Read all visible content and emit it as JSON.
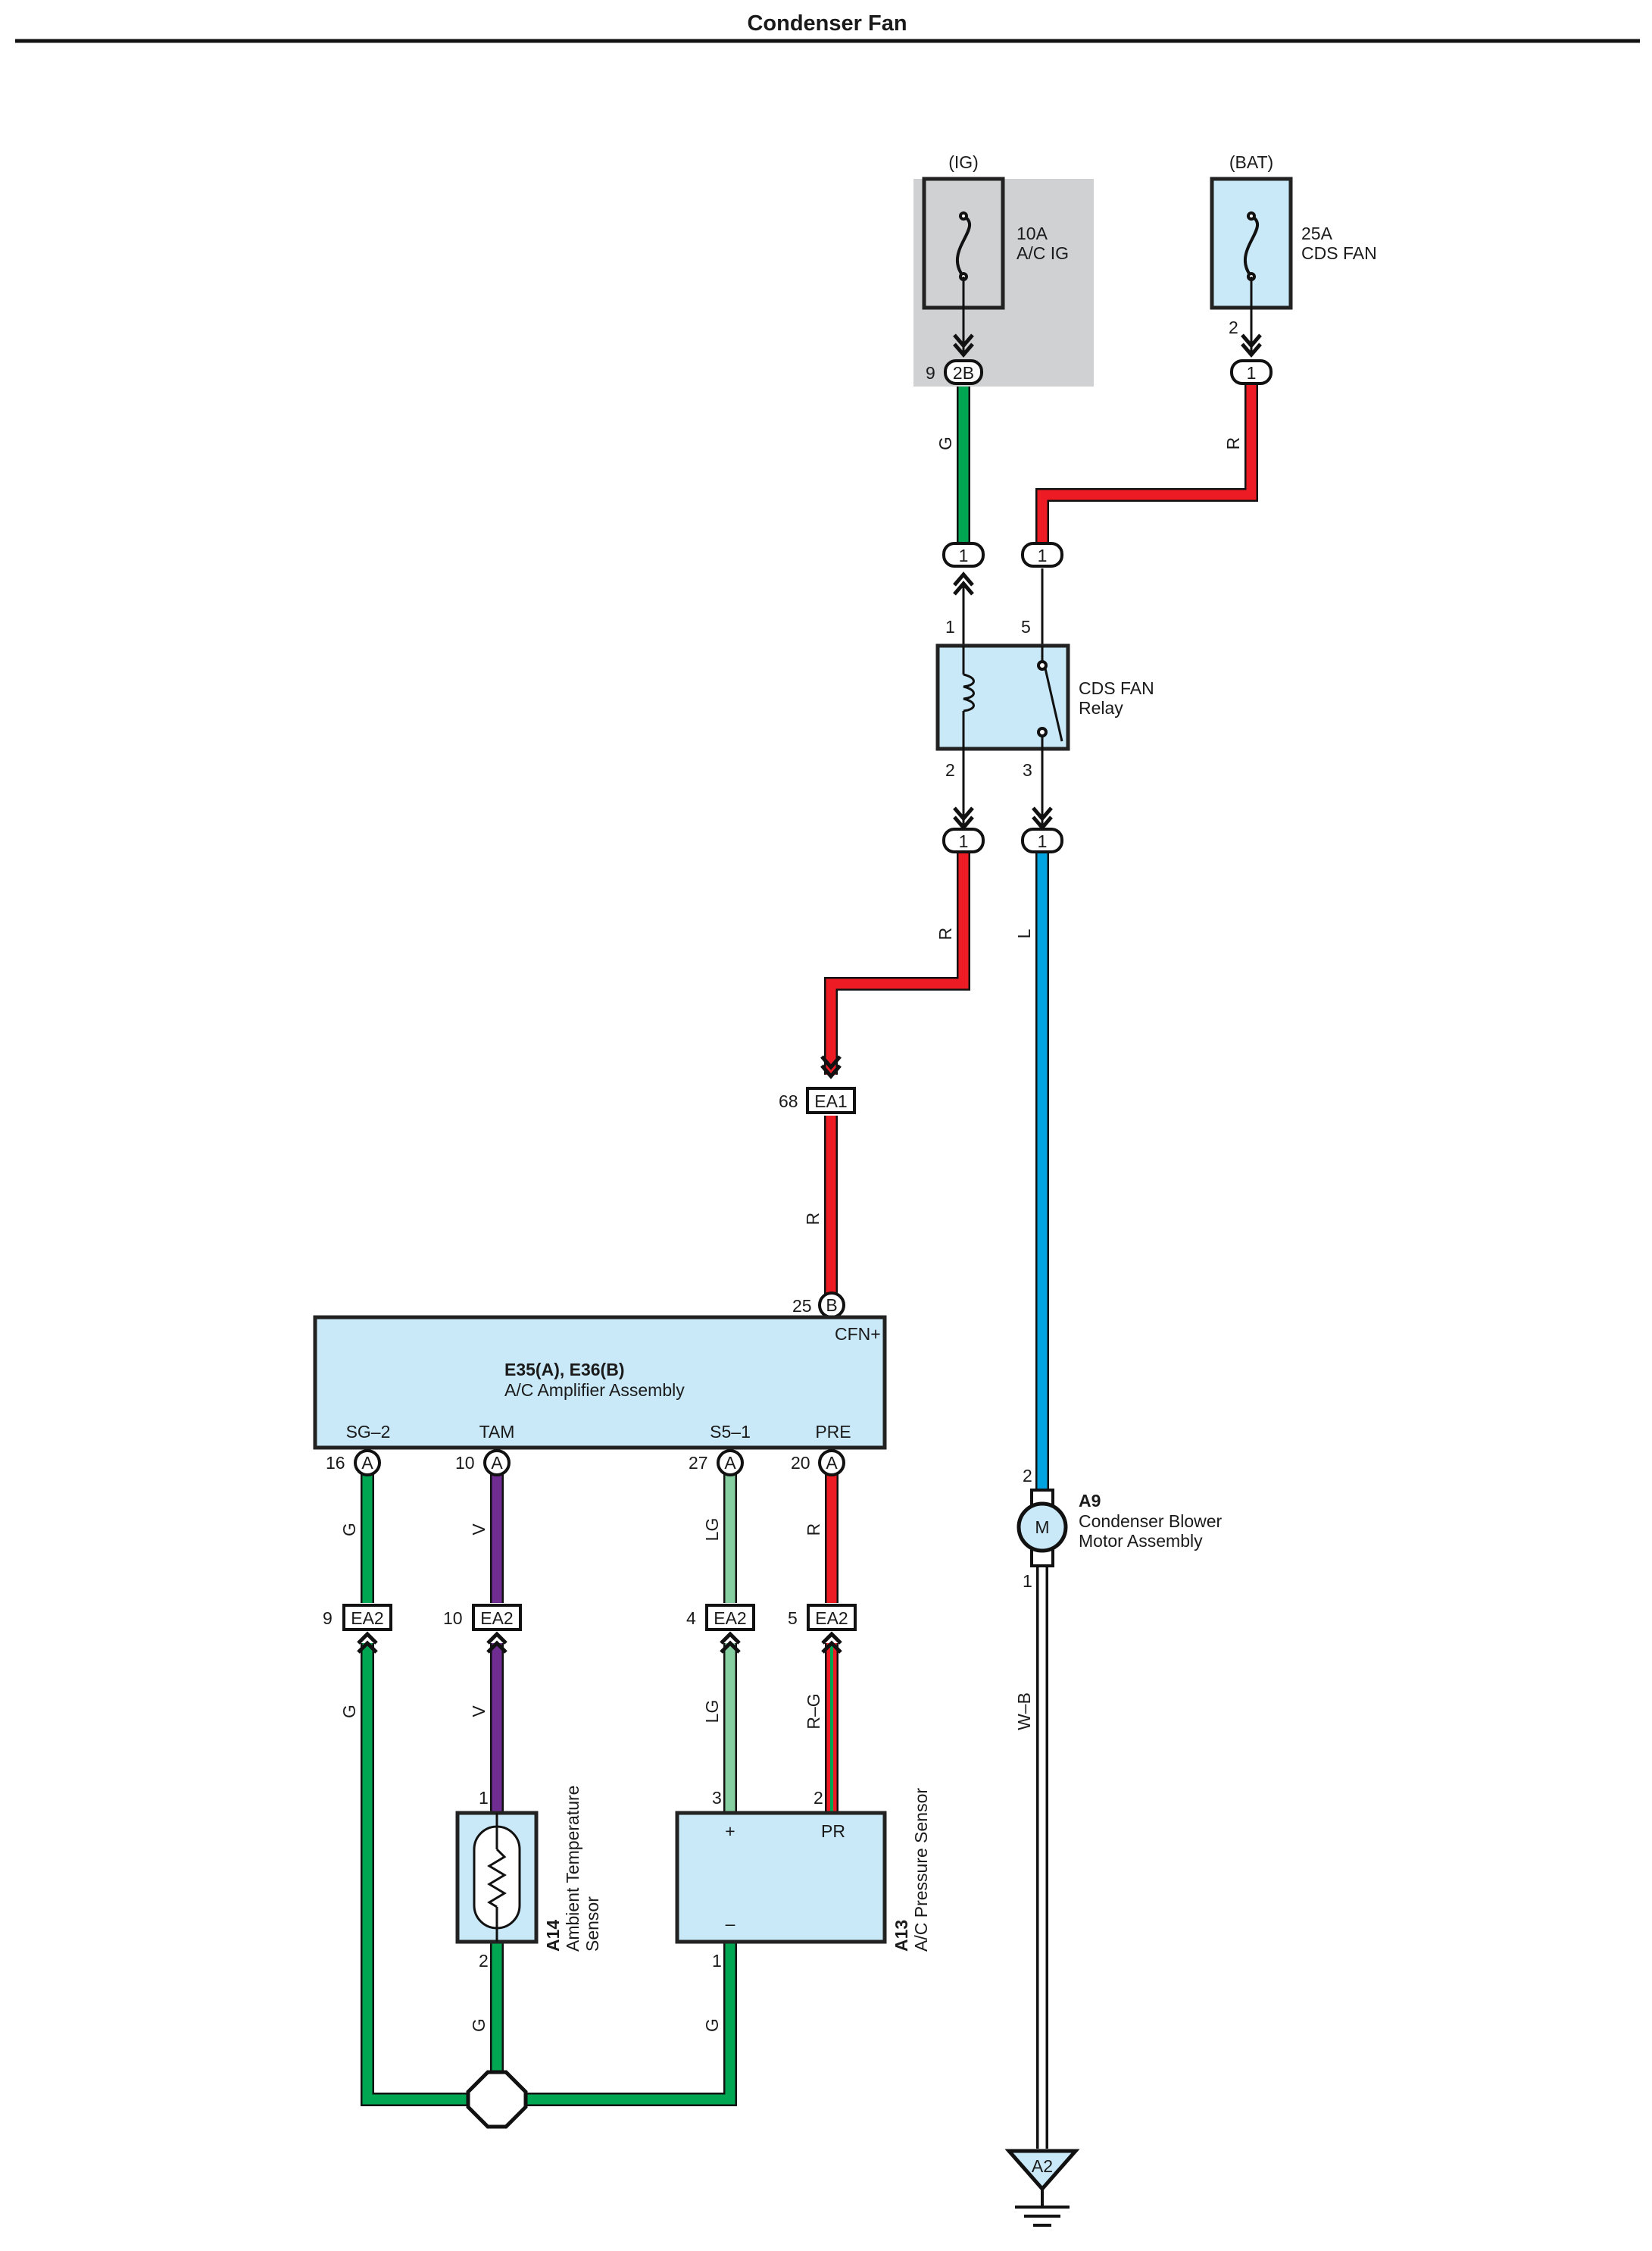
{
  "title": "Condenser Fan",
  "fuses": {
    "ig": {
      "header": "(IG)",
      "rating": "10A",
      "name": "A/C IG",
      "pin_no": "9",
      "pin_label": "2B"
    },
    "bat": {
      "header": "(BAT)",
      "rating": "25A",
      "name": "CDS FAN",
      "pin_no": "2",
      "pin_label": "1"
    }
  },
  "relay": {
    "name_line1": "CDS FAN",
    "name_line2": "Relay",
    "pin1": "1",
    "pin5": "5",
    "pin2": "2",
    "pin3": "3",
    "conn_label": "1"
  },
  "ea1": {
    "label": "EA1",
    "pin": "68"
  },
  "amplifier": {
    "id": "E35(A), E36(B)",
    "name": "A/C Amplifier Assembly",
    "top_pin": {
      "num": "25",
      "conn": "B",
      "terminal": "CFN+"
    },
    "terminals": [
      {
        "terminal": "SG–2",
        "num": "16",
        "conn": "A",
        "color": "G",
        "ea2_pin": "9",
        "lower_color": "G"
      },
      {
        "terminal": "TAM",
        "num": "10",
        "conn": "A",
        "color": "V",
        "ea2_pin": "10",
        "lower_color": "V"
      },
      {
        "terminal": "S5–1",
        "num": "27",
        "conn": "A",
        "color": "LG",
        "ea2_pin": "4",
        "lower_color": "LG"
      },
      {
        "terminal": "PRE",
        "num": "20",
        "conn": "A",
        "color": "R",
        "ea2_pin": "5",
        "lower_color": "R–G"
      }
    ]
  },
  "ea2_label": "EA2",
  "motor": {
    "id": "A9",
    "name_line1": "Condenser Blower",
    "name_line2": "Motor Assembly",
    "symbol": "M",
    "pin_top": "2",
    "pin_bottom": "1",
    "ground_wire": "W–B",
    "ground_label": "A2"
  },
  "ambient_sensor": {
    "id": "A14",
    "name_line1": "Ambient Temperature",
    "name_line2": "Sensor",
    "pin_top": "1",
    "pin_bottom": "2"
  },
  "pressure_sensor": {
    "id": "A13",
    "name": "A/C Pressure Sensor",
    "pin_plus": "3",
    "pin_pr": "2",
    "pin_minus": "1",
    "plus": "+",
    "pr": "PR",
    "minus": "–"
  },
  "wire_labels": {
    "ig_out": "G",
    "bat_out": "R",
    "relay_out_left": "R",
    "relay_out_right": "L",
    "ea1_to_amp": "R",
    "ground_left": "G",
    "ground_right": "G"
  },
  "colors": {
    "G": "#00a651",
    "R": "#ed1c24",
    "L": "#00a3e0",
    "V": "#6f2c91",
    "LG": "#86cfa0",
    "box": "#c9e9f8",
    "shade": "#d0d1d3"
  }
}
